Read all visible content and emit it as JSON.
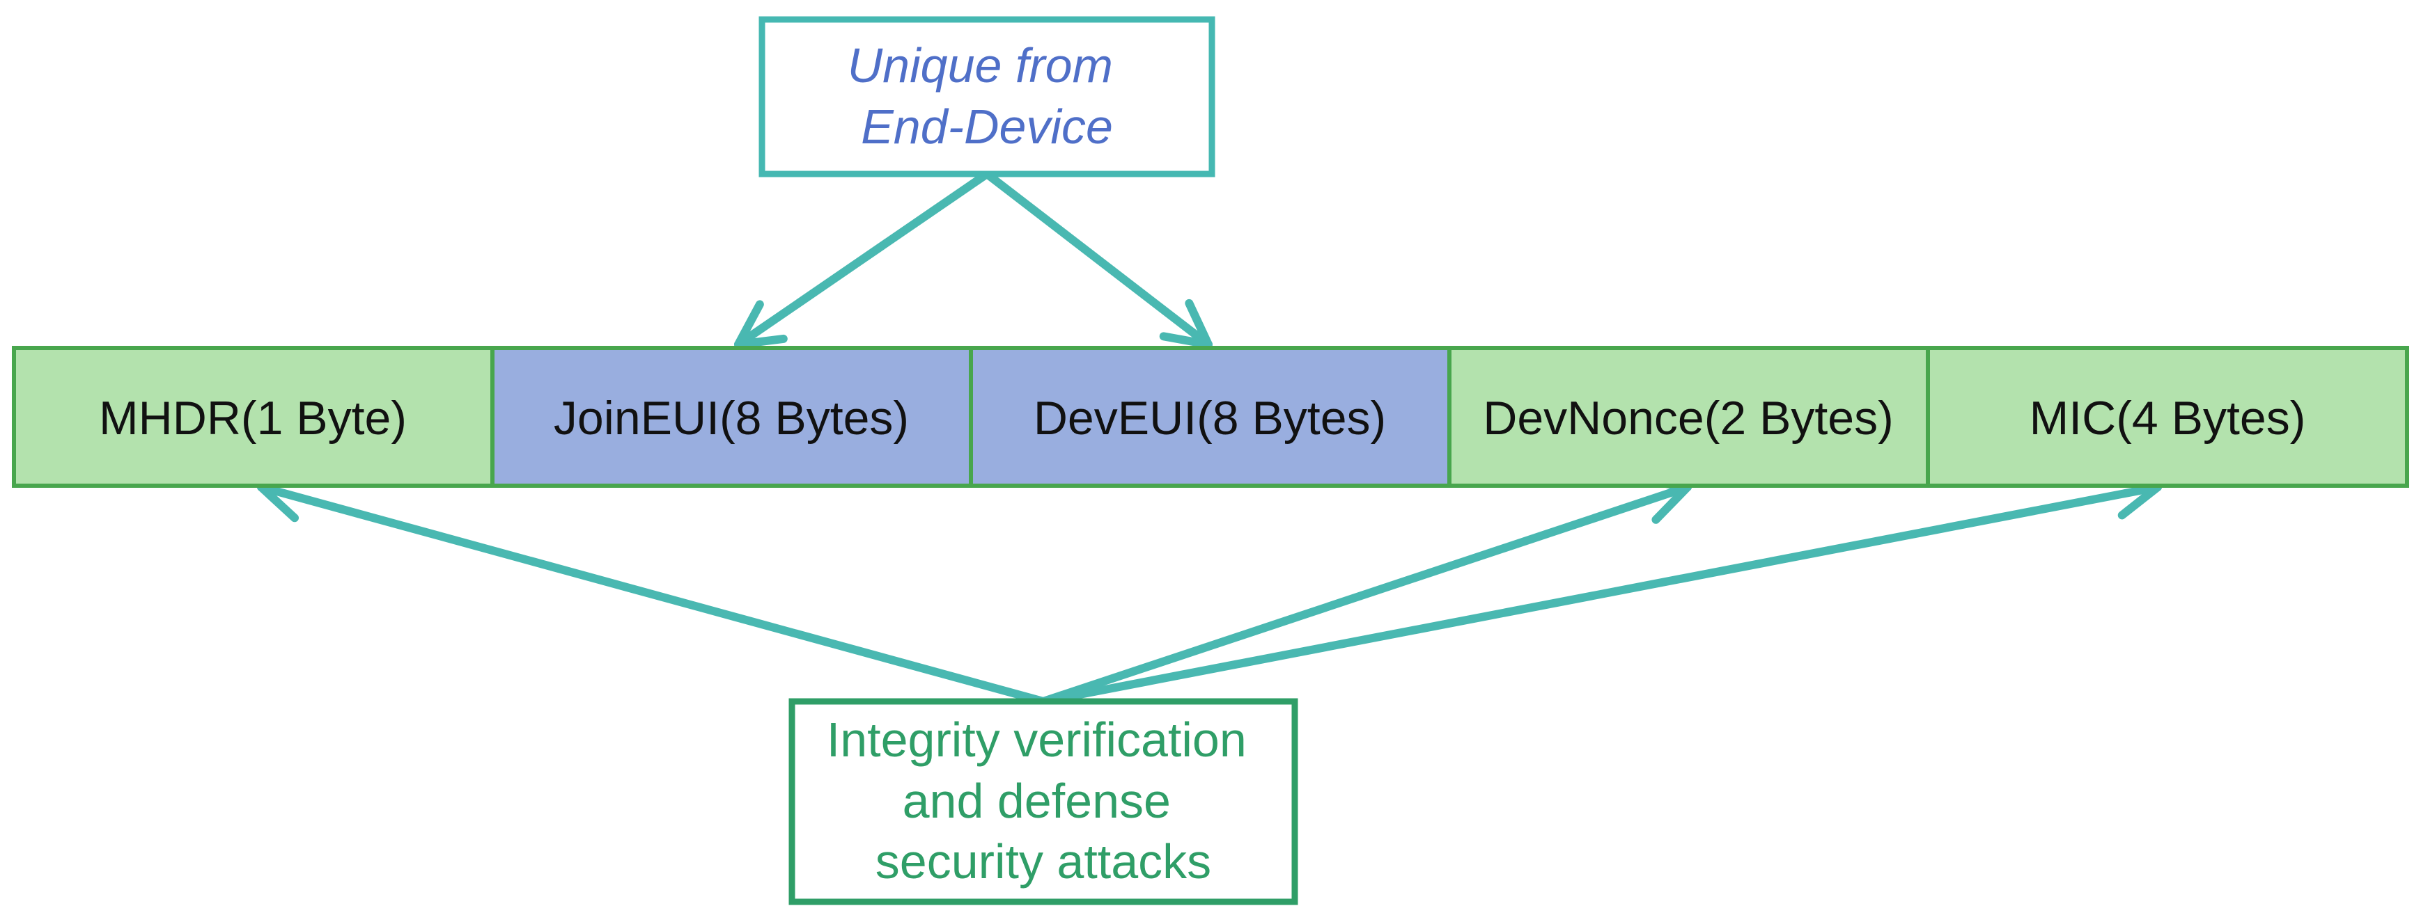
{
  "top_note": {
    "lines": [
      "Unique from",
      "End-Device"
    ]
  },
  "frame_fields": [
    {
      "label": "MHDR(1 Byte)",
      "fill": "#b3e2ad"
    },
    {
      "label": "JoinEUI(8 Bytes)",
      "fill": "#99aedf"
    },
    {
      "label": "DevEUI(8 Bytes)",
      "fill": "#99aedf"
    },
    {
      "label": "DevNonce(2 Bytes)",
      "fill": "#b3e2ad"
    },
    {
      "label": "MIC(4 Bytes)",
      "fill": "#b3e2ad"
    }
  ],
  "bottom_note": {
    "lines": [
      "Integrity verification",
      "and defense",
      "security attacks"
    ]
  },
  "colors": {
    "arrow": "#49b8b1",
    "top_box_border": "#45b8b2",
    "bottom_box_border": "#2f9e67",
    "frame_border": "#48a64d",
    "top_text": "#4f6fc8",
    "bottom_text": "#2f9e67"
  }
}
